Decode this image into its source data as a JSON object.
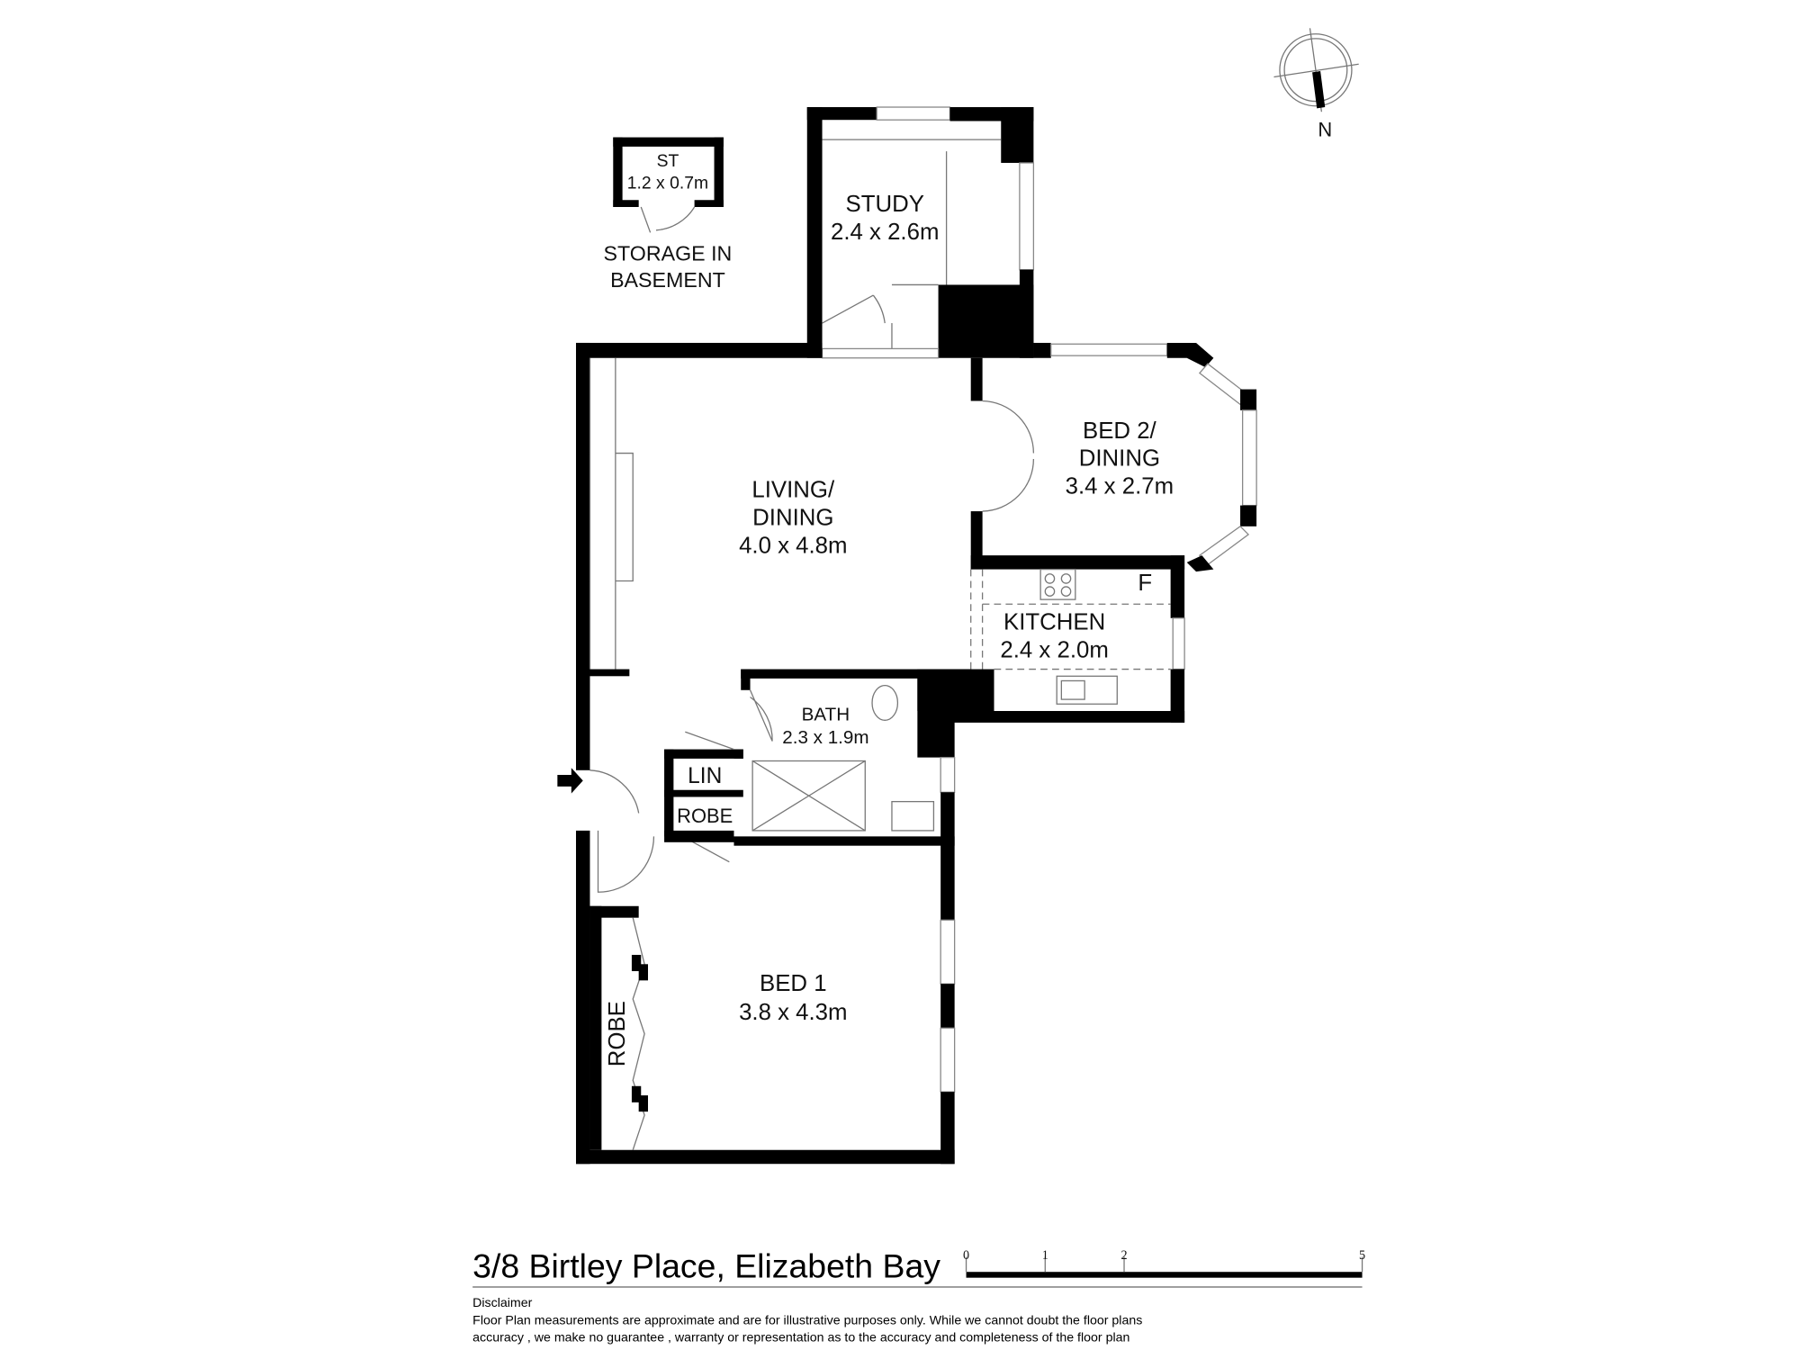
{
  "title": "3/8 Birtley Place, Elizabeth Bay",
  "compass": {
    "label": "N",
    "icon": "north-arrow-icon"
  },
  "scale_bar": {
    "ticks": [
      "0",
      "1",
      "2",
      "5"
    ],
    "unit": "m"
  },
  "storage_note": [
    "STORAGE IN",
    "BASEMENT"
  ],
  "rooms": [
    {
      "name": "ST",
      "size": "1.2 x 0.7m"
    },
    {
      "name": "STUDY",
      "size": "2.4 x 2.6m"
    },
    {
      "name": "LIVING/",
      "name2": "DINING",
      "size": "4.0 x 4.8m"
    },
    {
      "name": "BED 2/",
      "name2": "DINING",
      "size": "3.4 x 2.7m"
    },
    {
      "name": "KITCHEN",
      "size": "2.4 x 2.0m"
    },
    {
      "name": "BATH",
      "size": "2.3 x 1.9m"
    },
    {
      "name": "LIN"
    },
    {
      "name": "ROBE"
    },
    {
      "name": "BED 1",
      "size": "3.8 x 4.3m"
    },
    {
      "name": "ROBE"
    }
  ],
  "fridge_label": "F",
  "disclaimer": {
    "heading": "Disclaimer",
    "line1": "Floor Plan measurements are approximate and are for illustrative purposes only. While we cannot doubt the floor plans",
    "line2": "accuracy , we make no guarantee , warranty or representation as to the accuracy and completeness of the floor plan"
  }
}
